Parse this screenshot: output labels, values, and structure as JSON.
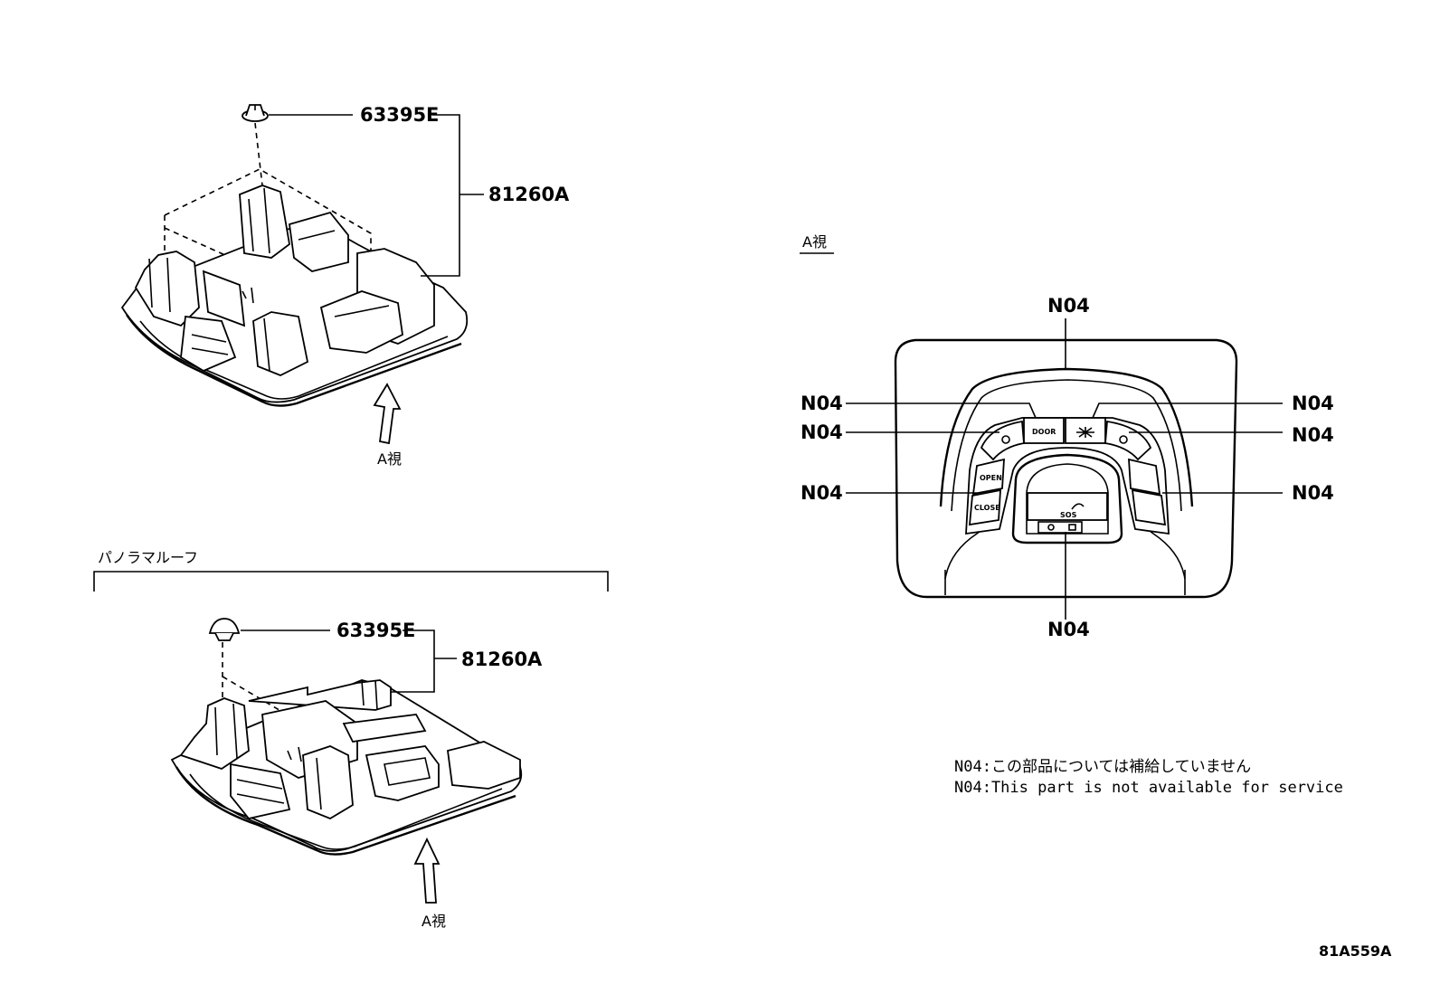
{
  "upper_assembly": {
    "clip_part": "63395E",
    "console_part": "81260A",
    "view_label": "A視"
  },
  "panorama_section": {
    "title": "パノラマルーフ",
    "clip_part": "63395E",
    "console_part": "81260A",
    "view_label": "A視"
  },
  "view_a": {
    "title": "A視",
    "callouts": [
      "N04",
      "N04",
      "N04",
      "N04",
      "N04",
      "N04",
      "N04",
      "N04"
    ],
    "buttons": {
      "door": "DOOR",
      "open": "OPEN",
      "close": "CLOSE",
      "sos": "SOS"
    }
  },
  "notes": [
    "N04:この部品については補給していません",
    "N04:This part is not available for service"
  ],
  "diagram_id": "81A559A"
}
